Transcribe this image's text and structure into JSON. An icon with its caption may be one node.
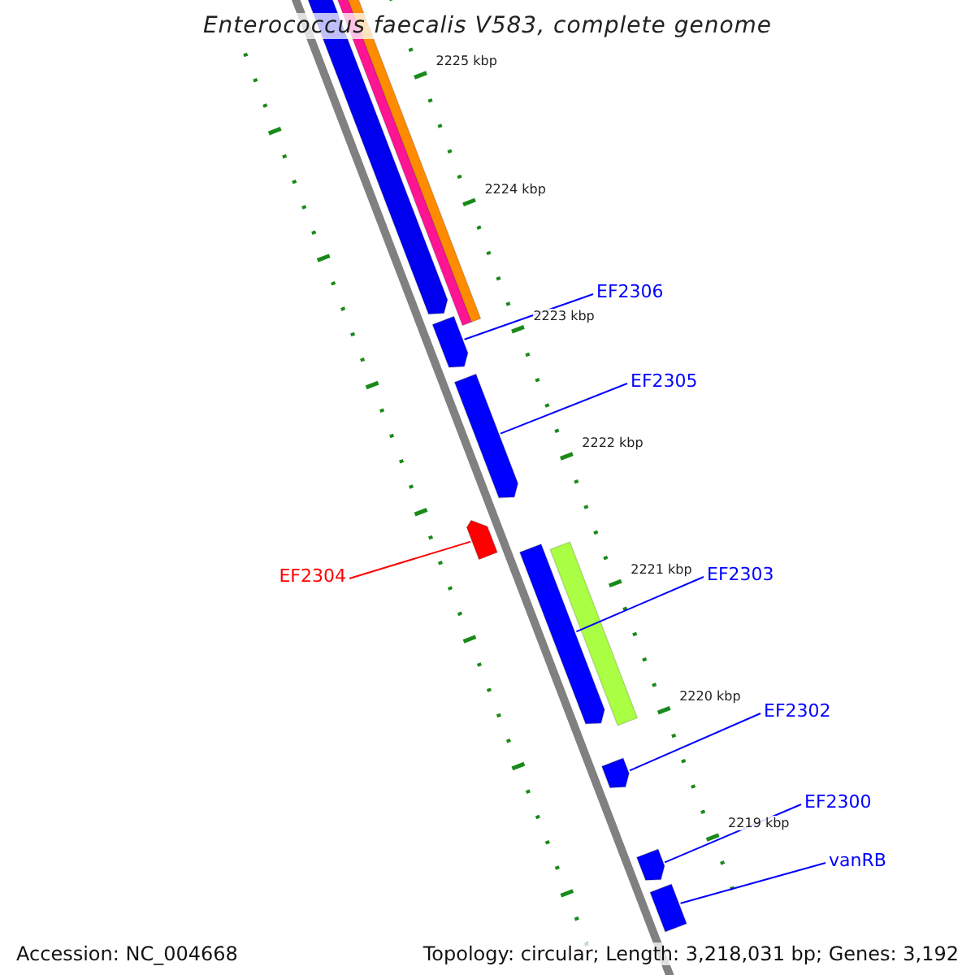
{
  "diagram": {
    "title": "Enterococcus faecalis V583, complete genome",
    "nodes": [
      {
        "text": [
          "EF2306"
        ]
      },
      {
        "text": [],
        "shape": "bar"
      },
      {
        "text": [
          "EF2305"
        ]
      },
      {
        "text": [],
        "shape": "bar"
      },
      {
        "text": [
          "EF2304"
        ]
      },
      {
        "text": [],
        "shape": "bar"
      },
      {
        "text": [
          "EF2303"
        ]
      },
      {
        "text": [],
        "shape": "bar"
      },
      {
        "text": [
          "EF2302"
        ]
      },
      {
        "text": [],
        "shape": "bar"
      },
      {
        "text": [
          "EF2300"
        ]
      },
      {
        "text": [],
        "shape": "bar"
      },
      {
        "text": [
          "vanRB"
        ]
      },
      {
        "text": [],
        "shape": "bar"
      }
    ],
    "edges": [
      {
        "from": 0,
        "to": 1,
        "arrow": "none"
      },
      {
        "from": 2,
        "to": 3,
        "arrow": "none"
      },
      {
        "from": 4,
        "to": 5,
        "arrow": "none",
        "color": "#ff0000"
      },
      {
        "from": 6,
        "to": 7,
        "arrow": "none"
      },
      {
        "from": 8,
        "to": 9,
        "arrow": "none"
      },
      {
        "from": 10,
        "to": 11,
        "arrow": "none"
      },
      {
        "from": 12,
        "to": 13,
        "arrow": "none"
      }
    ],
    "labels": [
      "2225 kbp",
      "2224 kbp",
      "2223 kbp",
      "2222 kbp",
      "2221 kbp",
      "2220 kbp",
      "2219 kbp",
      "Accession: NC_004668",
      "Topology: circular; Length: 3,218,031 bp; Genes: 3,192"
    ]
  }
}
